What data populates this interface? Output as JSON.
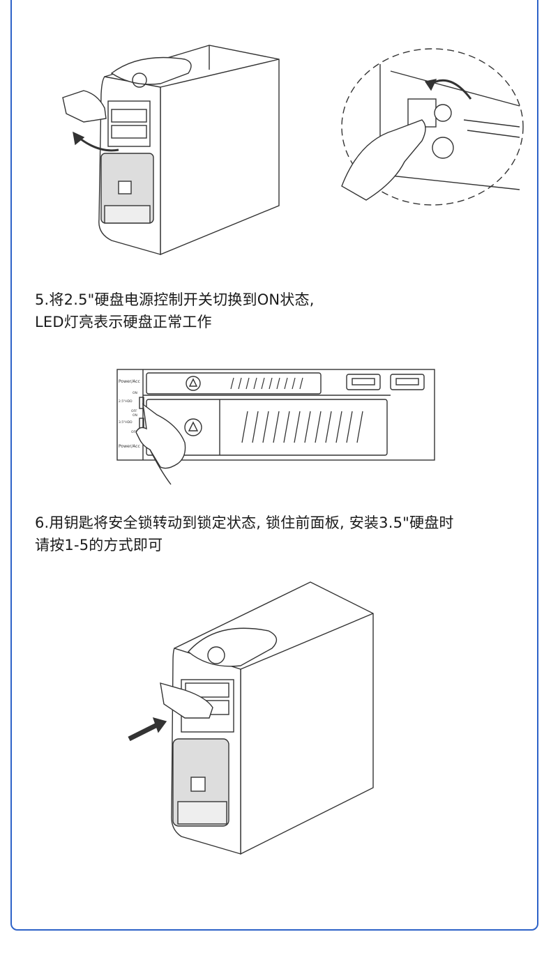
{
  "steps": [
    {
      "line1": "5.将2.5\"硬盘电源控制开关切换到ON状态,",
      "line2": "LED灯亮表示硬盘正常工作"
    },
    {
      "line1": "6.用钥匙将安全锁转动到锁定状态, 锁住前面板, 安装3.5\"硬盘时",
      "line2": "请按1-5的方式即可"
    }
  ],
  "panel_labels": {
    "power_acc_top": "Power/Acc",
    "power_acc_bottom": "Power/Acc",
    "hdd_25": "2.5\"HDD",
    "hdd_35": "3.5\"HDD",
    "on_top": "ON",
    "off_top": "OFF",
    "on_bottom": "ON",
    "off_bottom": "OFF"
  },
  "colors": {
    "border": "#2d62c8",
    "line_art": "#333333"
  }
}
